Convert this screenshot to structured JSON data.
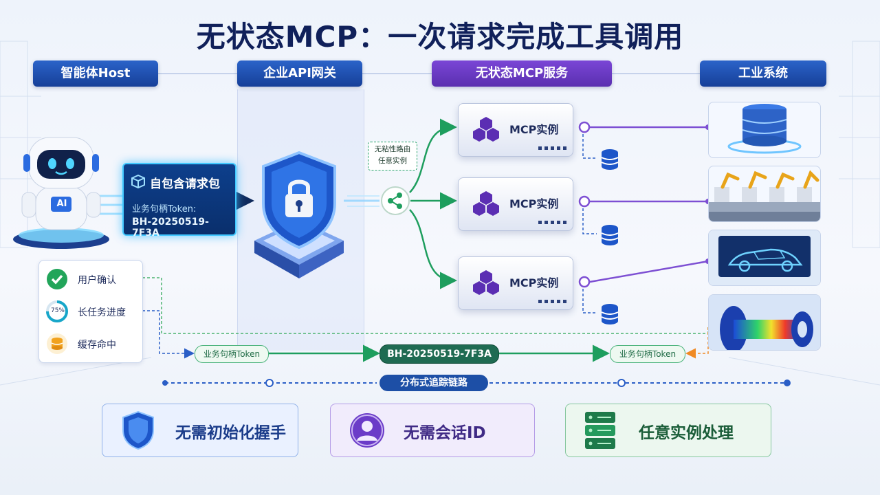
{
  "title": "无状态MCP：一次请求完成工具调用",
  "columns": {
    "host": "智能体Host",
    "gateway": "企业API网关",
    "mcp_service": "无状态MCP服务",
    "industrial": "工业系统"
  },
  "robot": {
    "badge": "AI"
  },
  "request_packet": {
    "title": "自包含请求包",
    "token_label": "业务句柄Token:",
    "token_value": "BH-20250519-7F3A"
  },
  "routing": {
    "line1": "无粘性路由",
    "line2": "任意实例"
  },
  "mcp_instances": [
    {
      "label": "MCP实例"
    },
    {
      "label": "MCP实例"
    },
    {
      "label": "MCP实例"
    }
  ],
  "status_panel": {
    "items": [
      {
        "label": "用户确认",
        "icon": "check-icon"
      },
      {
        "label": "长任务进度",
        "icon": "progress-ring-icon",
        "value": "75%"
      },
      {
        "label": "缓存命中",
        "icon": "database-coin-icon"
      }
    ]
  },
  "token_flow": {
    "left": "业务句柄Token",
    "center": "BH-20250519-7F3A",
    "right": "业务句柄Token"
  },
  "tracing": {
    "label": "分布式追踪链路"
  },
  "features": [
    {
      "label": "无需初始化握手",
      "icon": "shield-icon"
    },
    {
      "label": "无需会话ID",
      "icon": "user-icon"
    },
    {
      "label": "任意实例处理",
      "icon": "server-rack-icon"
    }
  ],
  "colors": {
    "header_blue": "#1f4fae",
    "header_purple": "#6b3cc8",
    "flow_green": "#1e9e5e",
    "link_purple": "#7d4fd3",
    "trace_blue": "#2a5ec6",
    "token_orange": "#f08a24"
  }
}
